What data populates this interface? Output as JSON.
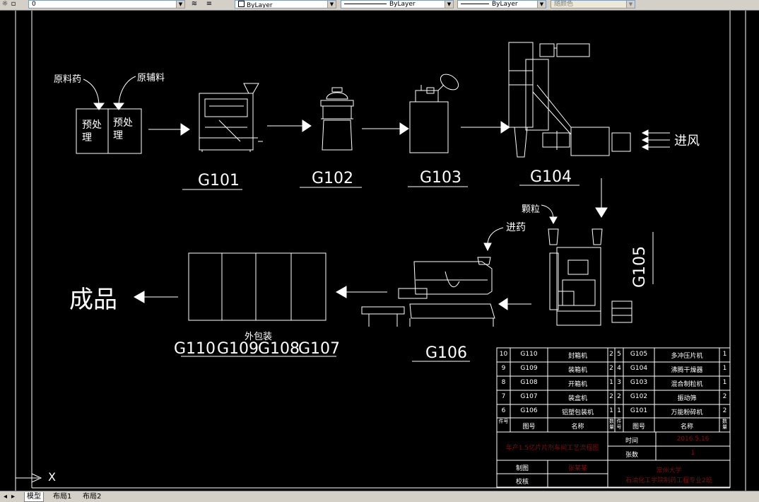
{
  "toolbar": {
    "layer_value": "0",
    "color": "ByLayer",
    "linetype": "ByLayer",
    "lineweight": "ByLayer",
    "plotstyle": "随颜色"
  },
  "drawing": {
    "raw_drug": "原料药",
    "raw_aux": "原辅料",
    "pretreat_1": "预处理",
    "pretreat_2": "预处理",
    "air_in": "进风",
    "granules": "颗粒",
    "drug_in": "进药",
    "outer_pack": "外包装",
    "product": "成品",
    "g101": "G101",
    "g102": "G102",
    "g103": "G103",
    "g104": "G104",
    "g105": "G105",
    "g106": "G106",
    "g107": "G107",
    "g108": "G108",
    "g109": "G109",
    "g110": "G110"
  },
  "title_block": {
    "rows_left": [
      {
        "no": "10",
        "code": "G110",
        "name": "封箱机",
        "qty": "2"
      },
      {
        "no": "9",
        "code": "G109",
        "name": "装箱机",
        "qty": "2"
      },
      {
        "no": "8",
        "code": "G108",
        "name": "开箱机",
        "qty": "1"
      },
      {
        "no": "7",
        "code": "G107",
        "name": "装盒机",
        "qty": "2"
      },
      {
        "no": "6",
        "code": "G106",
        "name": "铝塑包装机",
        "qty": "1"
      }
    ],
    "rows_right": [
      {
        "no": "5",
        "code": "G105",
        "name": "多冲压片机",
        "qty": "1"
      },
      {
        "no": "4",
        "code": "G104",
        "name": "沸腾干燥器",
        "qty": "1"
      },
      {
        "no": "3",
        "code": "G103",
        "name": "混合制粒机",
        "qty": "1"
      },
      {
        "no": "2",
        "code": "G102",
        "name": "振动筛",
        "qty": "2"
      },
      {
        "no": "1",
        "code": "G101",
        "name": "万能粉碎机",
        "qty": "2"
      }
    ],
    "hdr_no": "件号",
    "hdr_code": "图号",
    "hdr_name": "名称",
    "hdr_qty": "数量",
    "project_title": "年产1.5亿片片剂车间工艺流程图",
    "time_label": "时间",
    "time_value": "2016.5.16",
    "sheets_label": "张数",
    "sheets_value": "1",
    "drawn_label": "制图",
    "drawn_value": "张某某",
    "check_label": "校核",
    "school_1": "常州大学",
    "school_2": "石油化工学院制药工程专业2班"
  },
  "ucs": {
    "x_label": "X"
  },
  "tabs": [
    "模型",
    "布局1",
    "布局2"
  ],
  "colors": {
    "title_red": "#7a1010",
    "line": "#ffffff",
    "bg": "#000000"
  }
}
